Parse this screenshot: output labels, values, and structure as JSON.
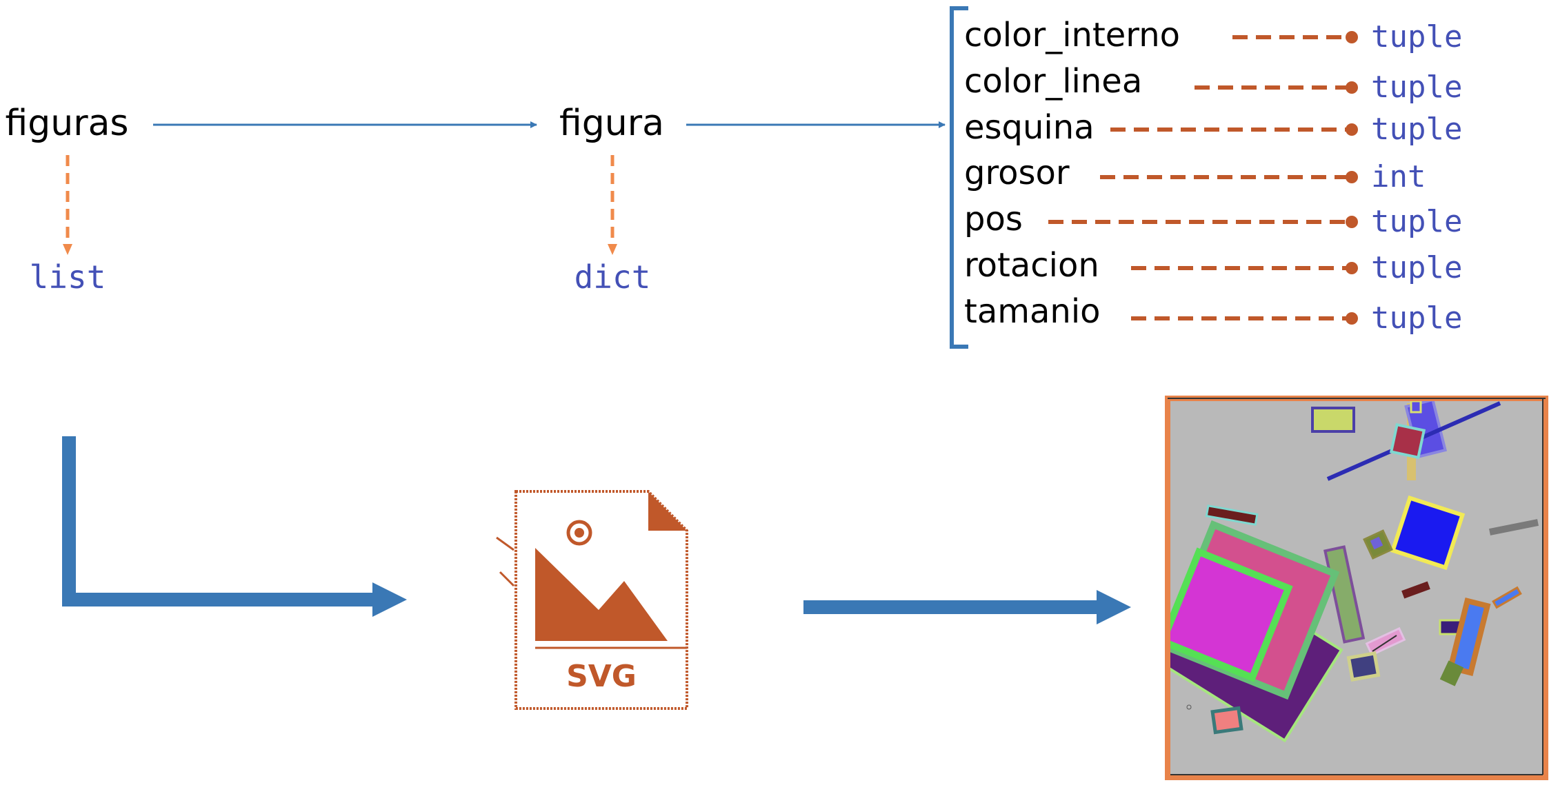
{
  "nodes": {
    "figuras": "figuras",
    "figura": "figura",
    "list": "list",
    "dict": "dict"
  },
  "fields": [
    {
      "name": "color_interno",
      "type": "tuple"
    },
    {
      "name": "color_linea",
      "type": "tuple"
    },
    {
      "name": "esquina",
      "type": "tuple"
    },
    {
      "name": "grosor",
      "type": "int"
    },
    {
      "name": "pos",
      "type": "tuple"
    },
    {
      "name": "rotacion",
      "type": "tuple"
    },
    {
      "name": "tamanio",
      "type": "tuple"
    }
  ],
  "svg_icon": {
    "label": "SVG",
    "icon": "svg-file-icon"
  },
  "colors": {
    "arrow_blue": "#3a78b5",
    "dash_orange": "#f08a4b",
    "dash_rust": "#c0582a",
    "type_text": "#4350b6",
    "frame_orange": "#e8834a",
    "canvas_gray": "#b9b9b9"
  }
}
